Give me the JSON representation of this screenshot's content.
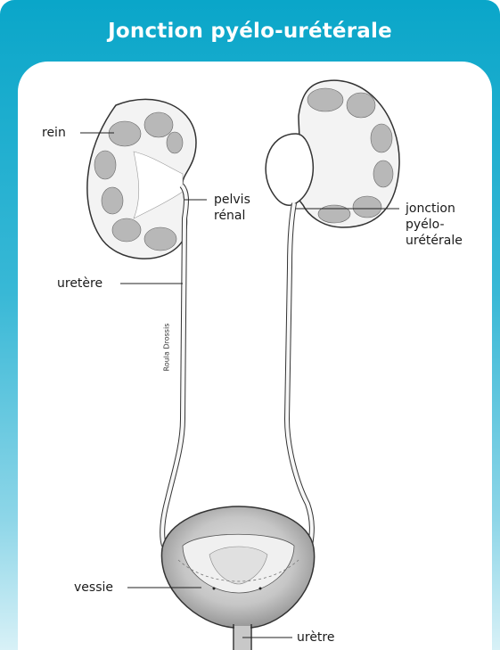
{
  "title": "Jonction pyélo-urétérale",
  "labels": {
    "rein": "rein",
    "pelvis_line1": "pelvis",
    "pelvis_line2": "rénal",
    "uretere": "uretère",
    "jonction_line1": "jonction",
    "jonction_line2": "pyélo-",
    "jonction_line3": "urétérale",
    "vessie": "vessie",
    "uretre": "urètre"
  },
  "credit": "Roula Drossis",
  "colors": {
    "header": "#0aa6c9",
    "kidney_outline": "#333333",
    "kidney_fill": "#f2f2f2",
    "pyramid_fill": "#b5b5b5"
  }
}
